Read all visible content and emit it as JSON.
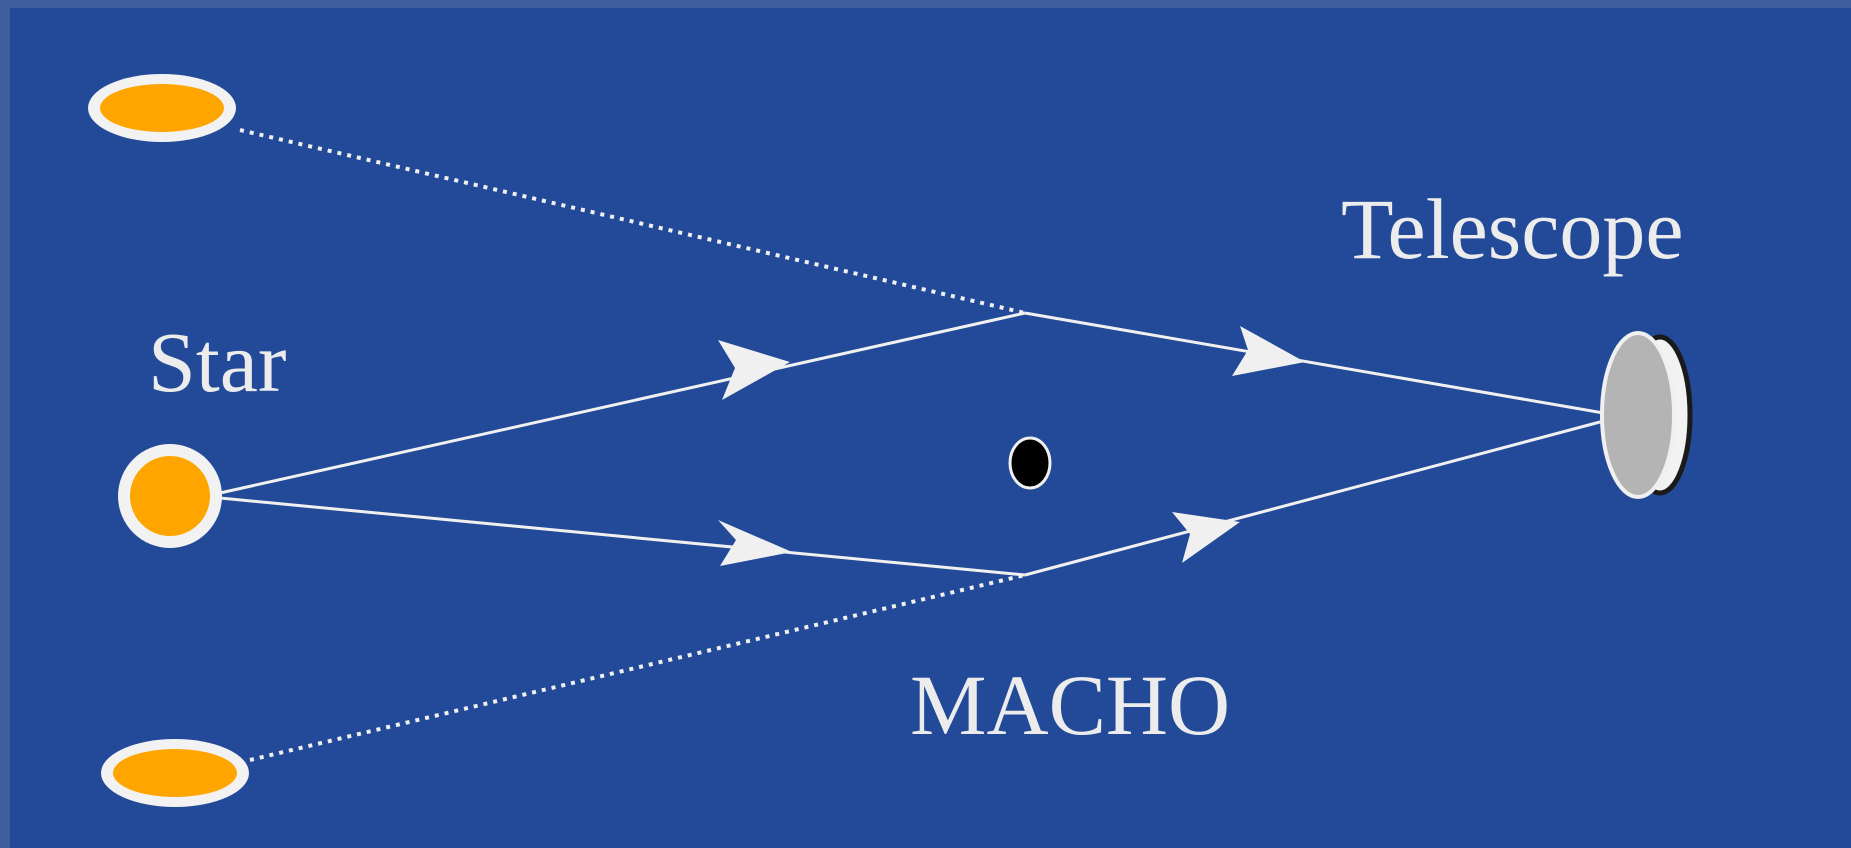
{
  "labels": {
    "telescope": "Telescope",
    "star": "Star",
    "macho": "MACHO"
  },
  "colors": {
    "background": "#234a98",
    "border": "#3f5f9f",
    "star_fill": "#ffa500",
    "star_halo": "#f2f2f2",
    "ray": "#f0f0f0",
    "lens_body": "#000000",
    "telescope_fill": "#b4b4b4"
  }
}
